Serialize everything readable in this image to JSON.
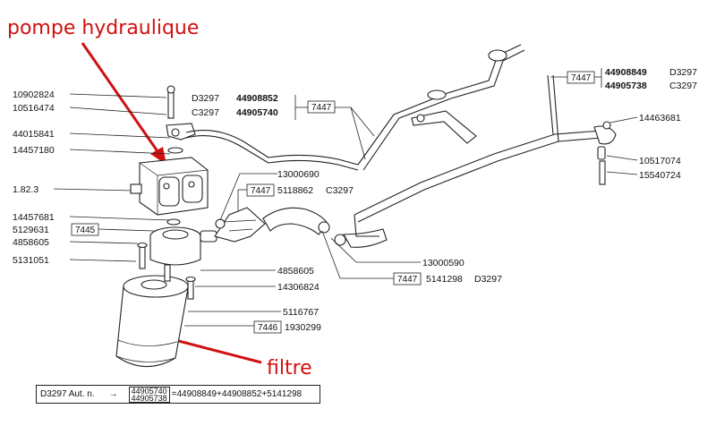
{
  "annotations": {
    "pump": "pompe hydraulique",
    "filter": "filtre"
  },
  "labels_left": [
    "10902824",
    "10516474",
    "44015841",
    "14457180",
    "1.82.3",
    "14457681",
    "5129631",
    "4858605",
    "5131051"
  ],
  "box_7445": "7445",
  "top_center": {
    "line1_variant": "D3297",
    "line1_code": "44908852",
    "line2_variant": "C3297",
    "line2_code": "44905740",
    "box": "7447"
  },
  "top_right": {
    "box": "7447",
    "line1_code": "44908849",
    "line1_variant": "D3297",
    "line2_code": "44905738",
    "line2_variant": "C3297"
  },
  "right_labels": [
    "14463681",
    "10517074",
    "15540724"
  ],
  "mid_labels": {
    "a": "13000690",
    "b_box": "7447",
    "b_code": "5118862",
    "b_variant": "C3297"
  },
  "lower_labels": {
    "a": "4858605",
    "b": "14306824",
    "c": "13000590",
    "d_box": "7447",
    "d_code": "5141298",
    "d_variant": "D3297",
    "e": "5116767",
    "f_box": "7446",
    "f_code": "1930299"
  },
  "footer": {
    "title": "D3297 Aut. n.",
    "arrow": "→",
    "stack_top": "44905740",
    "stack_bottom": "44905738",
    "formula": "=44908849+44908852+5141298"
  },
  "colors": {
    "annotation": "#d01010",
    "ink": "#222222"
  }
}
